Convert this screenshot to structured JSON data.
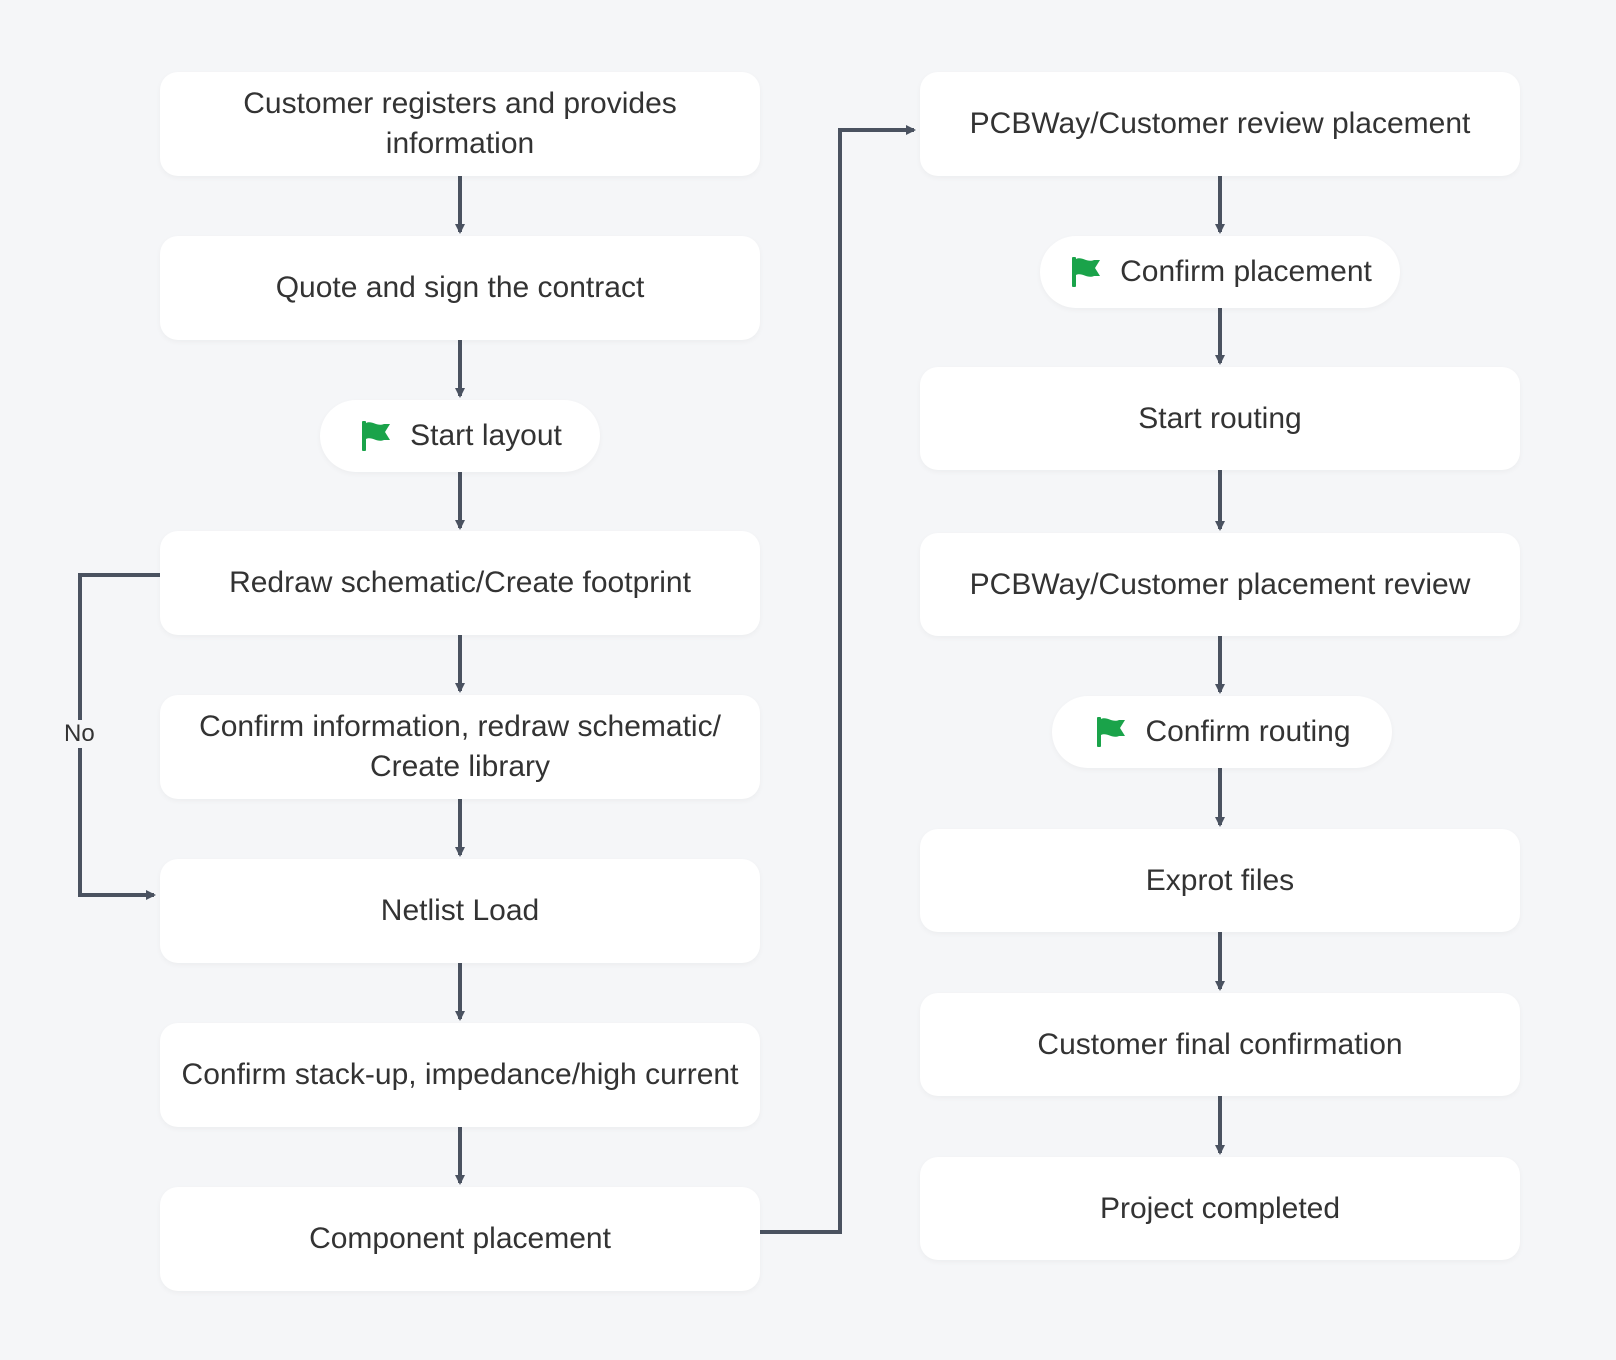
{
  "colors": {
    "background": "#f5f6f8",
    "node_fill": "#ffffff",
    "connector": "#4a5260",
    "flag": "#1aa34a",
    "text": "#333333"
  },
  "left_column": {
    "customer_registers": "Customer registers and provides information",
    "quote_contract": "Quote and sign the contract",
    "start_layout": "Start layout",
    "redraw_schematic": "Redraw schematic/Create footprint",
    "confirm_information": "Confirm information, redraw schematic/ Create library",
    "netlist_load": "Netlist Load",
    "confirm_stackup": "Confirm stack-up, impedance/high current",
    "component_placement": "Component placement"
  },
  "right_column": {
    "review_placement": "PCBWay/Customer review placement",
    "confirm_placement": "Confirm placement",
    "start_routing": "Start routing",
    "placement_review": "PCBWay/Customer placement review",
    "confirm_routing": "Confirm routing",
    "export_files": "Exprot files",
    "final_confirmation": "Customer final confirmation",
    "project_completed": "Project completed"
  },
  "branch": {
    "no_label": "No"
  },
  "icons": {
    "milestone": "flag-icon"
  }
}
